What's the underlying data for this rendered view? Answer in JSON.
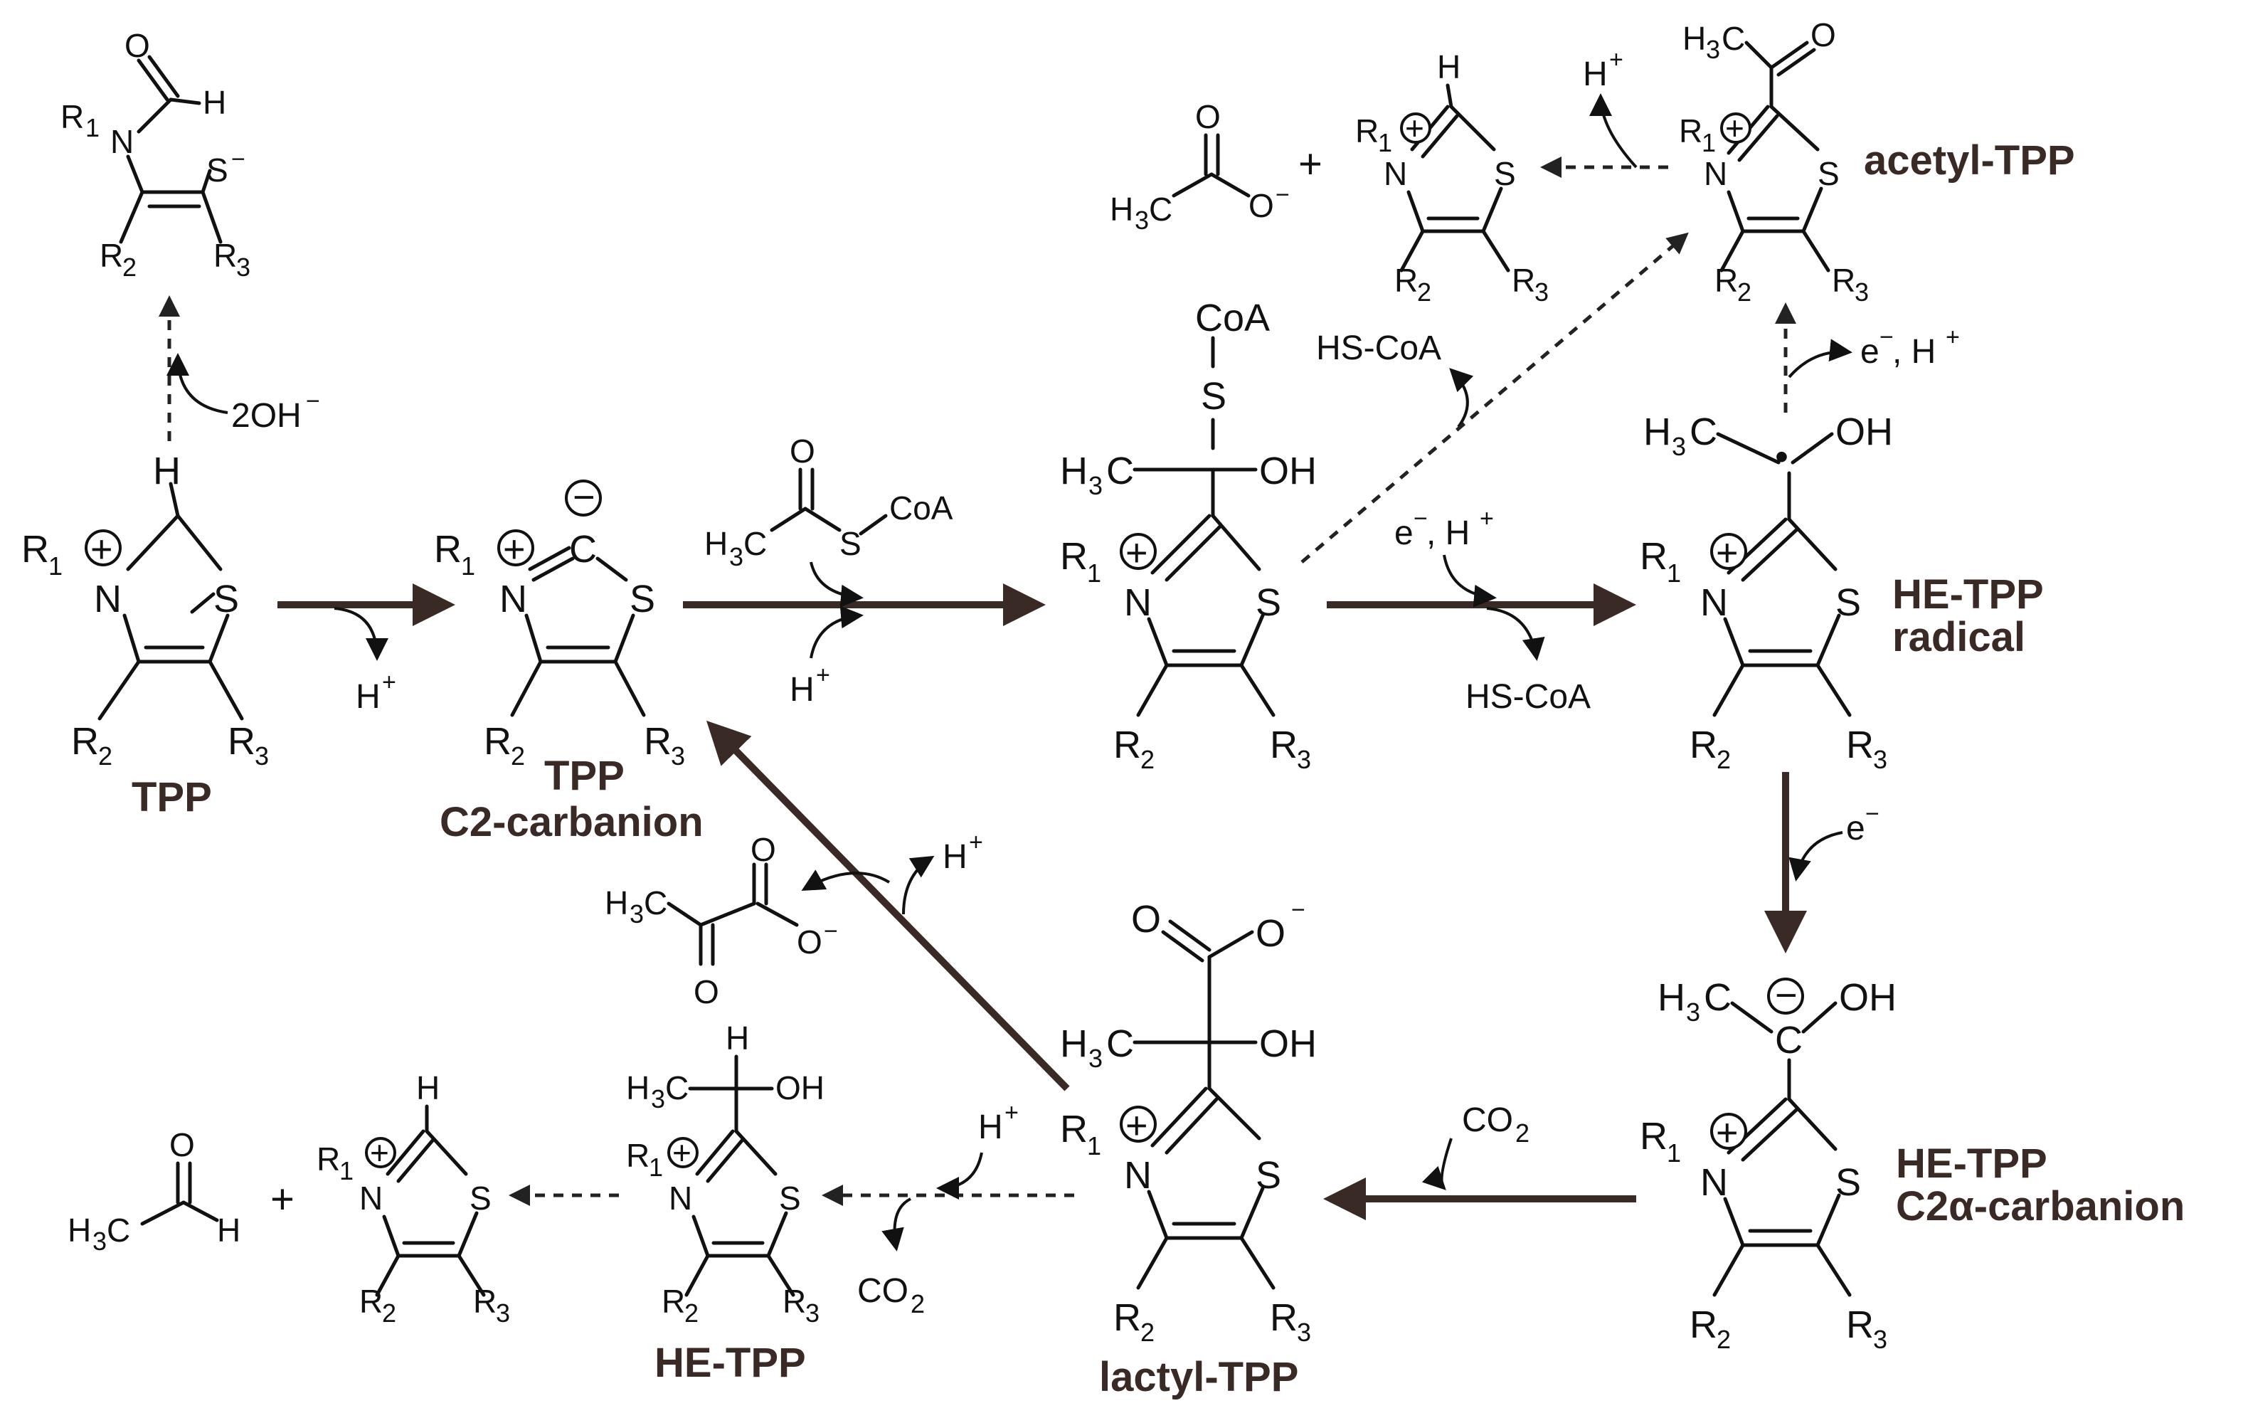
{
  "labels": {
    "tpp": "TPP",
    "tpp_carbanion_1": "TPP",
    "tpp_carbanion_2": "C2-carbanion",
    "he_tpp_radical_1": "HE-TPP",
    "he_tpp_radical_2": "radical",
    "acetyl_tpp": "acetyl-TPP",
    "he_tpp_carbanion_1": "HE-TPP",
    "he_tpp_carbanion_2": "C2α-carbanion",
    "lactyl_tpp": "lactyl-TPP",
    "he_tpp": "HE-TPP"
  },
  "reagents": {
    "h_plus": "H",
    "plus_sup": "+",
    "minus_sup": "−",
    "two_oh": "2OH",
    "coa": "CoA",
    "hs_coa": "HS-CoA",
    "e_minus": "e",
    "e_h": ", H",
    "co": "CO",
    "co_sub": "2"
  },
  "atoms": {
    "N": "N",
    "S": "S",
    "C": "C",
    "O": "O",
    "H": "H",
    "R": "R",
    "OH": "OH",
    "one": "1",
    "two": "2",
    "three": "3",
    "plus_sign": "+",
    "minus": "−",
    "dot": "•"
  }
}
